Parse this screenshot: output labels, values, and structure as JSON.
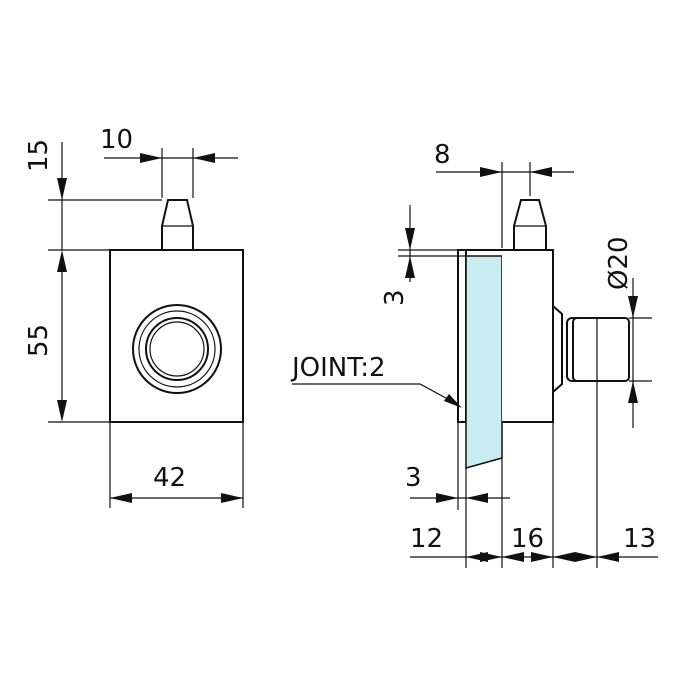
{
  "front_view": {
    "dim_top_width": "10",
    "dim_top_height": "15",
    "dim_height": "55",
    "dim_width": "42"
  },
  "side_view": {
    "dim_top_width": "8",
    "dim_diameter": "Ø20",
    "dim_offset": "3",
    "joint_label": "JOINT:2",
    "dim_gap": "3",
    "dim_bottom_left": "12",
    "dim_bottom_mid": "16",
    "dim_bottom_right": "13"
  },
  "colors": {
    "glass": "#c9ecf0",
    "line": "#111111"
  }
}
